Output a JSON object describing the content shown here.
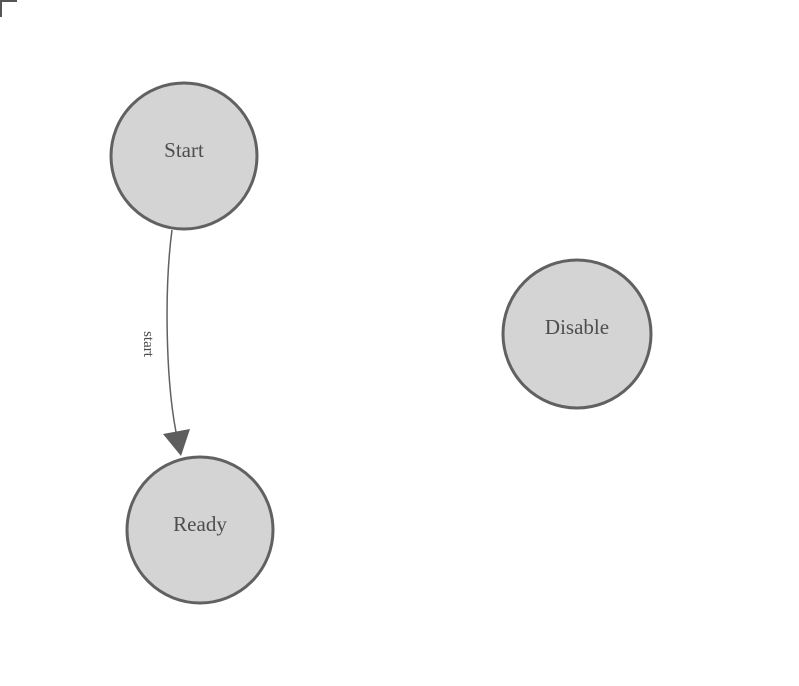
{
  "canvas": {
    "background": "#ffffff",
    "origin_marker": "corner-bracket"
  },
  "colors": {
    "node_fill": "#d4d4d4",
    "node_stroke": "#616161",
    "node_text": "#4d4d4d",
    "edge_stroke": "#616161",
    "edge_label_text": "#4d4d4d",
    "arrowhead_fill": "#5e5e5e",
    "origin_marker_stroke": "#555555"
  },
  "diagram": {
    "type": "state-machine",
    "nodes": [
      {
        "id": "start",
        "label": "Start"
      },
      {
        "id": "ready",
        "label": "Ready"
      },
      {
        "id": "disable",
        "label": "Disable"
      }
    ],
    "edges": [
      {
        "from": "Start",
        "to": "Ready",
        "label": "start"
      }
    ]
  }
}
